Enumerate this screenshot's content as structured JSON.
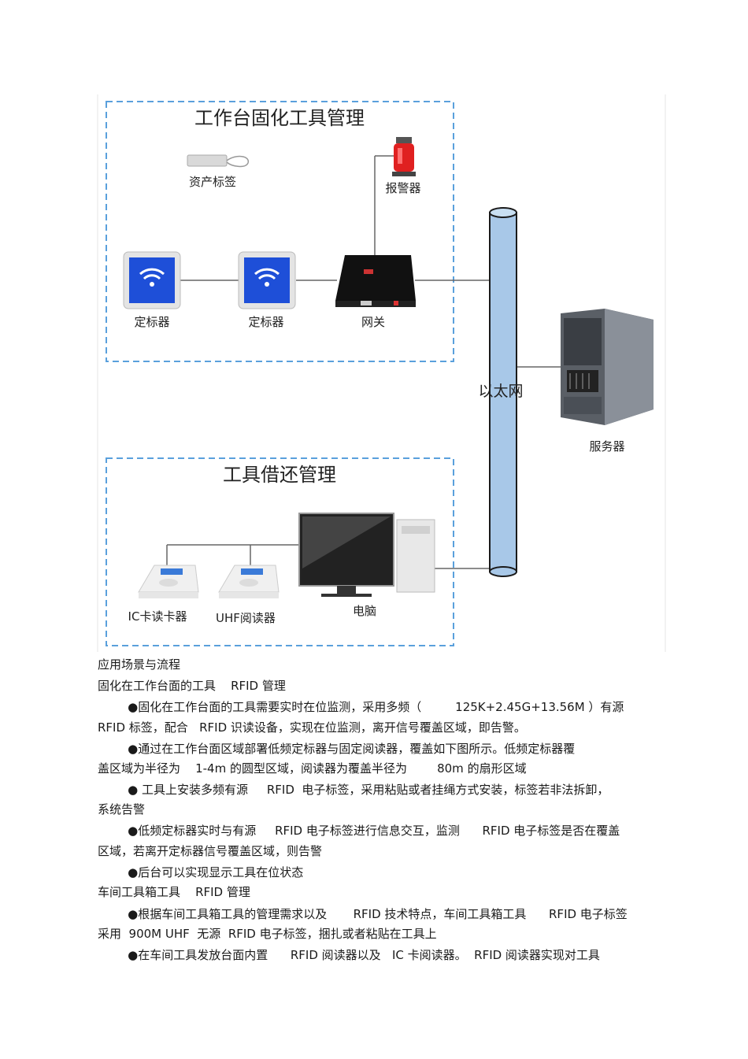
{
  "diagram": {
    "workbench_title": "工作台固化工具管理",
    "asset_tag_label": "资产标签",
    "alarm_label": "报警器",
    "locator1_label": "定标器",
    "locator2_label": "定标器",
    "gateway_label": "网关",
    "ethernet_label": "以太网",
    "server_label": "服务器",
    "lending_title": "工具借还管理",
    "ic_reader_label": "IC卡读卡器",
    "uhf_reader_label": "UHF阅读器",
    "computer_label": "电脑"
  },
  "body": {
    "lines": [
      "应用场景与流程",
      "固化在工作台面的工具    RFID 管理",
      "        ●固化在工作台面的工具需要实时在位监测，采用多频（         125K+2.45G+13.56M ）有源",
      "RFID 标签，配合   RFID 识读设备，实现在位监测，离开信号覆盖区域，即告警。",
      "        ●通过在工作台面区域部署低频定标器与固定阅读器，覆盖如下图所示。低频定标器覆",
      "盖区域为半径为    1-4m 的圆型区域，阅读器为覆盖半径为        80m 的扇形区域",
      "        ● 工具上安装多频有源     RFID  电子标签，采用粘贴或者挂绳方式安装，标签若非法拆卸，",
      "系统告警",
      "        ●低频定标器实时与有源     RFID 电子标签进行信息交互，监测      RFID 电子标签是否在覆盖",
      "区域，若离开定标器信号覆盖区域，则告警",
      "        ●后台可以实现显示工具在位状态",
      "车间工具箱工具    RFID 管理",
      "        ●根据车间工具箱工具的管理需求以及       RFID 技术特点，车间工具箱工具      RFID 电子标签",
      "采用  900M UHF  无源  RFID 电子标签，捆扎或者粘贴在工具上",
      "        ●在车间工具发放台面内置      RFID 阅读器以及   IC 卡阅读器。  RFID 阅读器实现对工具"
    ]
  },
  "colors": {
    "dash_border": "#5aa0dc",
    "ethernet_pipe": "#a8c8e8",
    "locator_blue": "#1e4fd8"
  }
}
